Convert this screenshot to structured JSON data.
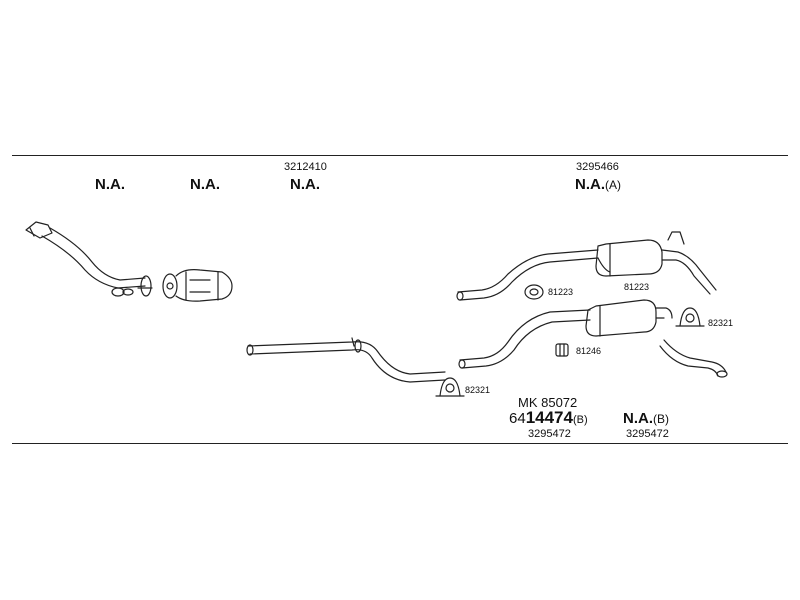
{
  "header": {
    "col1_na": "N.A.",
    "col2_na": "N.A.",
    "col3_num": "3212410",
    "col3_na": "N.A.",
    "col4_num": "3295466",
    "col4_na": "N.A.",
    "col4_suffix": "(A)"
  },
  "parts": {
    "gasket_81223_top": "81223",
    "clamp_81223": "81223",
    "clamp_82321_right": "82321",
    "gasket_81246": "81246",
    "clamp_82321_mid": "82321"
  },
  "footer": {
    "mk_label": "MK 85072",
    "kit_prefix": "64",
    "kit_number": "14474",
    "kit_suffix": "(B)",
    "kit_ref": "3295472",
    "na_label": "N.A.",
    "na_suffix": "(B)",
    "na_ref": "3295472"
  }
}
